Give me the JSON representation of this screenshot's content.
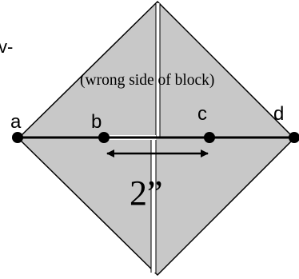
{
  "fragment_text": "v-",
  "block_note": "(wrong side of block)",
  "points": {
    "a": "a",
    "b": "b",
    "c": "c",
    "d": "d"
  },
  "measurement": "2”",
  "colors": {
    "block_fill": "#c8c8c8",
    "outline": "#000000",
    "seam": "#ffffff"
  }
}
